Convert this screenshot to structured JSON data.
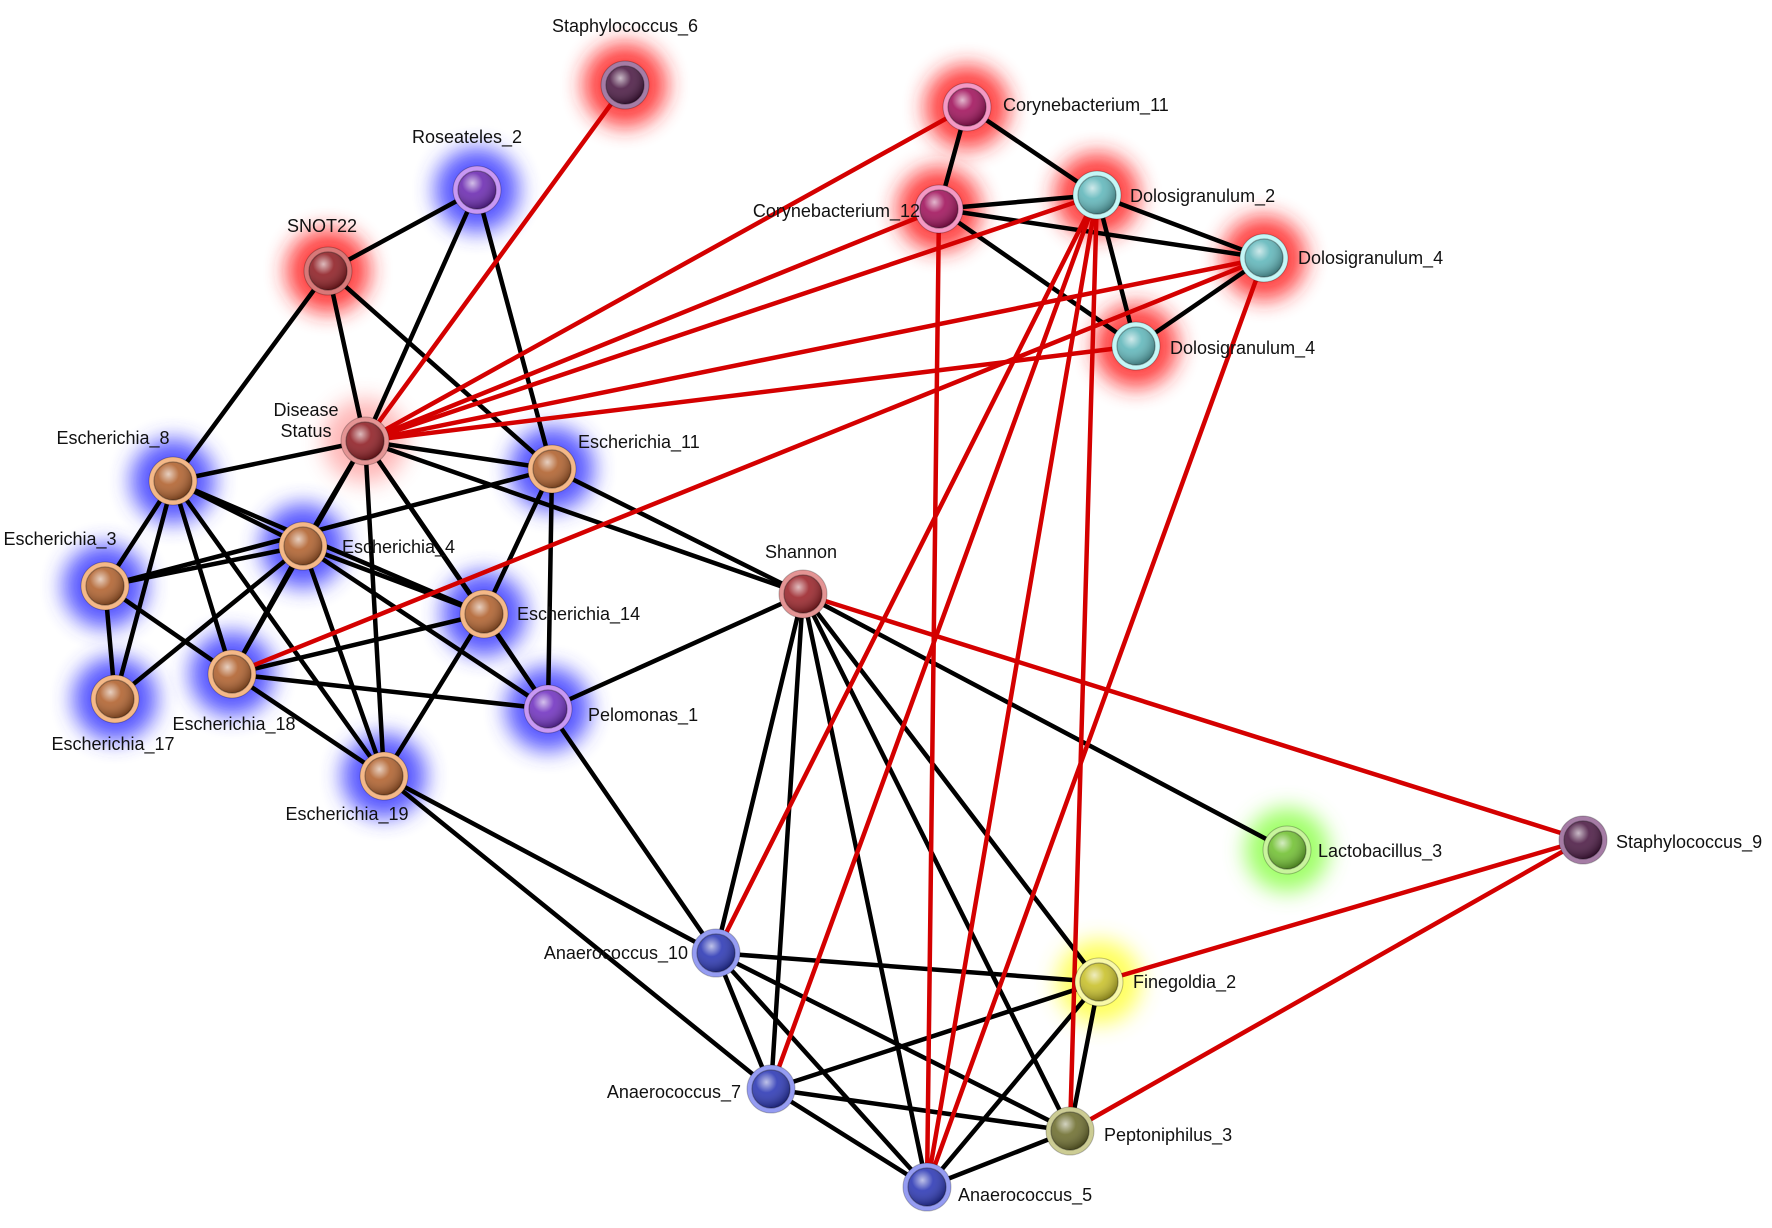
{
  "diagram": {
    "edge_colors": {
      "black": "#000000",
      "red": "#d40000"
    },
    "nodes": [
      {
        "label": "Staphylococcus_6",
        "fill": "#4a1842",
        "ring": "#a57ca5",
        "glow": "#ff2020"
      },
      {
        "label": "Roseateles_2",
        "fill": "#6a28b0",
        "ring": "#c898f4",
        "glow": "#3a3aff"
      },
      {
        "label": "SNOT22",
        "fill": "#8e1c22",
        "ring": "#d87878",
        "glow": "#ff2020"
      },
      {
        "label_lines": [
          "Disease",
          "Status"
        ],
        "fill": "#8e1c22",
        "ring": "#e49494",
        "glow": "#ff6060"
      },
      {
        "label": "Escherichia_8",
        "fill": "#b0602c",
        "ring": "#f4b888",
        "glow": "#3a3aff"
      },
      {
        "label": "Escherichia_11",
        "fill": "#b0602c",
        "ring": "#f4b888",
        "glow": "#3a3aff"
      },
      {
        "label": "Escherichia_3",
        "fill": "#b0602c",
        "ring": "#f4b888",
        "glow": "#3a3aff"
      },
      {
        "label": "Escherichia_4",
        "fill": "#b0602c",
        "ring": "#f4b888",
        "glow": "#3a3aff"
      },
      {
        "label": "Escherichia_14",
        "fill": "#b0602c",
        "ring": "#f4b888",
        "glow": "#3a3aff"
      },
      {
        "label": "Escherichia_18",
        "fill": "#b0602c",
        "ring": "#f4b888",
        "glow": "#3a3aff"
      },
      {
        "label": "Escherichia_17",
        "fill": "#b0602c",
        "ring": "#f4b888",
        "glow": "#3a3aff"
      },
      {
        "label": "Pelomonas_1",
        "fill": "#7030c0",
        "ring": "#c898f4",
        "glow": "#3a3aff"
      },
      {
        "label": "Escherichia_19",
        "fill": "#b0602c",
        "ring": "#f4b888",
        "glow": "#3a3aff"
      },
      {
        "label": "Shannon",
        "fill": "#9a2228",
        "ring": "#e49494",
        "glow": null
      },
      {
        "label": "Corynebacterium_11",
        "fill": "#a0105a",
        "ring": "#f498c4",
        "glow": "#ff2020"
      },
      {
        "label": "Corynebacterium_12",
        "fill": "#a0105a",
        "ring": "#f498c4",
        "glow": "#ff2020"
      },
      {
        "label": "Dolosigranulum_2",
        "fill": "#5fb6ba",
        "ring": "#c4f6f6",
        "glow": "#ff2020"
      },
      {
        "label": "Dolosigranulum_4",
        "fill": "#5fb6ba",
        "ring": "#c4f6f6",
        "glow": "#ff2020"
      },
      {
        "label": "Dolosigranulum_4",
        "fill": "#5fb6ba",
        "ring": "#c4f6f6",
        "glow": "#ff2020"
      },
      {
        "label": "Lactobacillus_3",
        "fill": "#70c030",
        "ring": "#c8f49c",
        "glow": "#90ff50"
      },
      {
        "label": "Staphylococcus_9",
        "fill": "#4a1842",
        "ring": "#a57ca5",
        "glow": null
      },
      {
        "label": "Anaerococcus_10",
        "fill": "#2a36b4",
        "ring": "#959cf2",
        "glow": null
      },
      {
        "label": "Finegoldia_2",
        "fill": "#c8c028",
        "ring": "#f8f8a8",
        "glow": "#ffff40"
      },
      {
        "label": "Anaerococcus_7",
        "fill": "#2a36b4",
        "ring": "#959cf2",
        "glow": null
      },
      {
        "label": "Peptoniphilus_3",
        "fill": "#6c6c2c",
        "ring": "#cccc94",
        "glow": null
      },
      {
        "label": "Anaerococcus_5",
        "fill": "#2a36b4",
        "ring": "#959cf2",
        "glow": null
      }
    ],
    "edges": [
      [
        2,
        4,
        "black"
      ],
      [
        2,
        3,
        "black"
      ],
      [
        2,
        5,
        "black"
      ],
      [
        1,
        2,
        "black"
      ],
      [
        1,
        3,
        "black"
      ],
      [
        1,
        5,
        "black"
      ],
      [
        3,
        4,
        "black"
      ],
      [
        3,
        5,
        "black"
      ],
      [
        3,
        7,
        "black"
      ],
      [
        3,
        9,
        "black"
      ],
      [
        3,
        12,
        "black"
      ],
      [
        3,
        8,
        "black"
      ],
      [
        3,
        11,
        "black"
      ],
      [
        3,
        13,
        "black"
      ],
      [
        5,
        13,
        "black"
      ],
      [
        5,
        6,
        "black"
      ],
      [
        5,
        8,
        "black"
      ],
      [
        5,
        11,
        "black"
      ],
      [
        4,
        6,
        "black"
      ],
      [
        4,
        10,
        "black"
      ],
      [
        4,
        9,
        "black"
      ],
      [
        4,
        7,
        "black"
      ],
      [
        4,
        12,
        "black"
      ],
      [
        4,
        8,
        "black"
      ],
      [
        6,
        7,
        "black"
      ],
      [
        6,
        10,
        "black"
      ],
      [
        6,
        9,
        "black"
      ],
      [
        7,
        10,
        "black"
      ],
      [
        7,
        9,
        "black"
      ],
      [
        7,
        12,
        "black"
      ],
      [
        7,
        8,
        "black"
      ],
      [
        7,
        11,
        "black"
      ],
      [
        8,
        9,
        "black"
      ],
      [
        8,
        12,
        "black"
      ],
      [
        8,
        11,
        "black"
      ],
      [
        9,
        11,
        "black"
      ],
      [
        9,
        12,
        "black"
      ],
      [
        12,
        21,
        "black"
      ],
      [
        12,
        23,
        "black"
      ],
      [
        11,
        21,
        "black"
      ],
      [
        11,
        13,
        "black"
      ],
      [
        13,
        21,
        "black"
      ],
      [
        13,
        23,
        "black"
      ],
      [
        13,
        25,
        "black"
      ],
      [
        13,
        22,
        "black"
      ],
      [
        13,
        24,
        "black"
      ],
      [
        13,
        19,
        "black"
      ],
      [
        21,
        23,
        "black"
      ],
      [
        21,
        25,
        "black"
      ],
      [
        21,
        22,
        "black"
      ],
      [
        21,
        24,
        "black"
      ],
      [
        23,
        22,
        "black"
      ],
      [
        23,
        24,
        "black"
      ],
      [
        23,
        25,
        "black"
      ],
      [
        25,
        22,
        "black"
      ],
      [
        25,
        24,
        "black"
      ],
      [
        22,
        24,
        "black"
      ],
      [
        14,
        15,
        "black"
      ],
      [
        14,
        16,
        "black"
      ],
      [
        15,
        16,
        "black"
      ],
      [
        15,
        17,
        "black"
      ],
      [
        15,
        18,
        "black"
      ],
      [
        16,
        17,
        "black"
      ],
      [
        16,
        18,
        "black"
      ],
      [
        17,
        18,
        "black"
      ],
      [
        0,
        3,
        "red"
      ],
      [
        14,
        3,
        "red"
      ],
      [
        15,
        3,
        "red"
      ],
      [
        16,
        3,
        "red"
      ],
      [
        17,
        3,
        "red"
      ],
      [
        18,
        3,
        "red"
      ],
      [
        17,
        9,
        "red"
      ],
      [
        15,
        25,
        "red"
      ],
      [
        16,
        21,
        "red"
      ],
      [
        16,
        23,
        "red"
      ],
      [
        16,
        25,
        "red"
      ],
      [
        16,
        24,
        "red"
      ],
      [
        17,
        25,
        "red"
      ],
      [
        13,
        20,
        "red"
      ],
      [
        20,
        22,
        "red"
      ],
      [
        20,
        24,
        "red"
      ]
    ]
  }
}
